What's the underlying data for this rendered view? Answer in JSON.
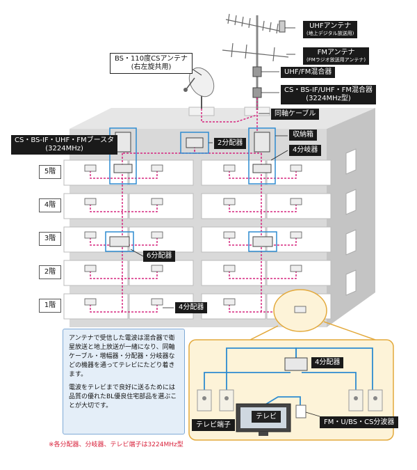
{
  "labels": {
    "uhf_antenna": "UHFアンテナ",
    "uhf_antenna_sub": "(地上デジタル放送用)",
    "fm_antenna": "FMアンテナ",
    "fm_antenna_sub": "(FMラジオ放送用アンテナ)",
    "uhf_fm_mixer": "UHF/FM混合器",
    "cs_bs_mixer_line1": "CS・BS-IF/UHF・FM混合器",
    "cs_bs_mixer_line2": "(3224MHz型)",
    "coax_cable": "同軸ケーブル",
    "bs_cs_antenna_line1": "BS・110度CSアンテナ",
    "bs_cs_antenna_line2": "(右左旋共用)",
    "booster_line1": "CS・BS-IF・UHF・FMブースタ",
    "booster_line2": "(3224MHz)",
    "splitter2": "2分配器",
    "storage_box": "収納箱",
    "branch4": "4分岐器",
    "splitter6": "6分配器",
    "splitter4_floor1": "4分配器",
    "splitter4_detail": "4分配器",
    "tv_terminal": "テレビ端子",
    "tv": "テレビ",
    "separator": "FM・U/BS・CS分波器"
  },
  "floors": [
    "5階",
    "4階",
    "3階",
    "2階",
    "1階"
  ],
  "note": {
    "paragraph1": "アンテナで受信した電波は混合器で衛星放送と地上放送が一緒になり、同軸ケーブル・増幅器・分配器・分岐器などの機器を通ってテレビにたどり着きます。",
    "paragraph2": "電波をテレビまで良好に送るためには品質の優れたBL優良住宅部品を選ぶことが大切です。"
  },
  "footnote": "※各分配器、分岐器、テレビ端子は3224MHz型",
  "colors": {
    "building": "#d9d9d9",
    "building_side": "#c4c4c4",
    "cable_magenta": "#d6267f",
    "highlight_blue": "#2d8bd0",
    "note_bg": "#e4eef8",
    "detail_bg": "#fdf3d8",
    "detail_border": "#e3a93b",
    "footnote_red": "#d8203a"
  }
}
